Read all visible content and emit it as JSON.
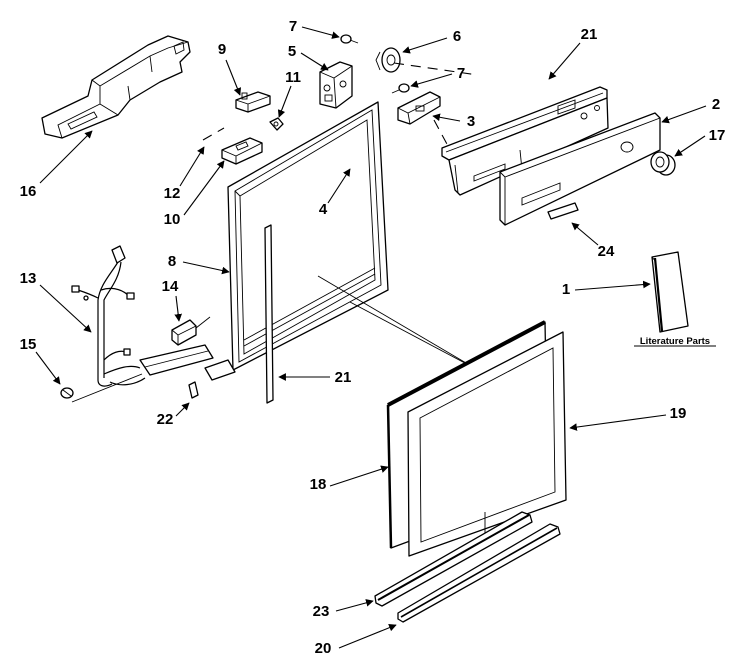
{
  "callouts": [
    "7",
    "9",
    "5",
    "6",
    "21",
    "11",
    "7",
    "2",
    "3",
    "17",
    "16",
    "12",
    "4",
    "10",
    "24",
    "8",
    "13",
    "14",
    "1",
    "15",
    "21",
    "22",
    "19",
    "18",
    "23",
    "20"
  ],
  "literature_label": "Literature Parts"
}
